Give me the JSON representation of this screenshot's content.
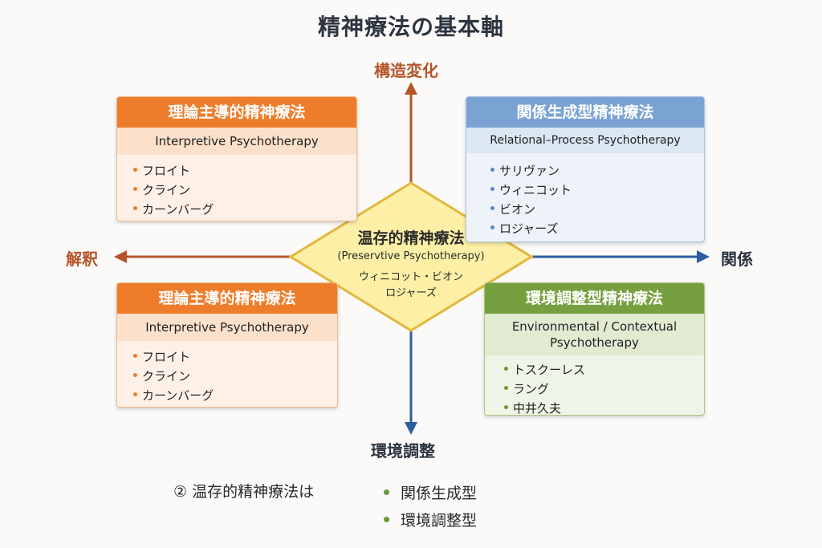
{
  "title": "精神療法の基本軸",
  "axes": {
    "top": "構造変化",
    "bottom": "環境調整",
    "left": "解釈",
    "right": "関係"
  },
  "cards": {
    "top_left": {
      "title": "理論主導的精神療法",
      "subtitle": "Interpretive Psychotherapy",
      "items": [
        "フロイト",
        "クライン",
        "カーンバーグ"
      ]
    },
    "top_right": {
      "title": "関係生成型精神療法",
      "subtitle": "Relational–Process Psychotherapy",
      "items": [
        "サリヴァン",
        "ウィニコット",
        "ビオン",
        "ロジャーズ"
      ]
    },
    "bottom_left": {
      "title": "理論主導的精神療法",
      "subtitle": "Interpretive Psychotherapy",
      "items": [
        "フロイト",
        "クライン",
        "カーンバーグ"
      ]
    },
    "bottom_right": {
      "title": "環境調整型精神療法",
      "subtitle_line1": "Environmental / Contextual",
      "subtitle_line2": "Psychotherapy",
      "items": [
        "トスクーレス",
        "ラング",
        "中井久夫"
      ]
    }
  },
  "center": {
    "title": "温存的精神療法",
    "subtitle": "(Preservtive Psychotherapy)",
    "line1": "ウィニコット・ビオン",
    "line2": "ロジャーズ"
  },
  "footnote": {
    "lead": "② 温存的精神療法は",
    "items": [
      "関係生成型",
      "環境調整型"
    ]
  },
  "colors": {
    "orange": "#ee7d2b",
    "blue": "#7aa3d4",
    "green": "#76a040",
    "axis_brown": "#b5542a",
    "axis_blue": "#2d5f9e",
    "diamond_fill": "#fdf0a6",
    "diamond_stroke": "#e2b73c"
  }
}
